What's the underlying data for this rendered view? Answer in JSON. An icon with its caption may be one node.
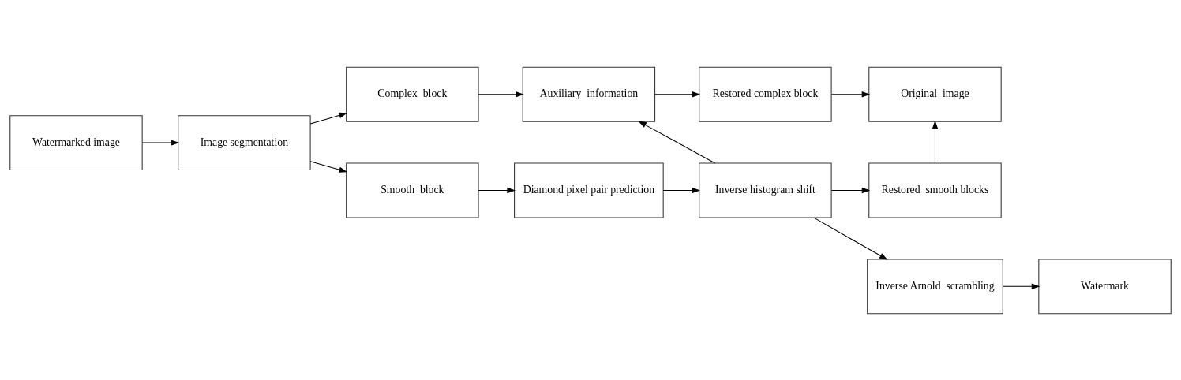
{
  "diagram": {
    "nodes": [
      {
        "text": [
          "Watermarked image"
        ]
      },
      {
        "text": [
          "Complex  block"
        ]
      },
      {
        "text": [
          "Auxiliary  information"
        ]
      },
      {
        "text": [
          "Restored complex block"
        ]
      },
      {
        "text": [
          "Original  image"
        ]
      },
      {
        "text": [
          "Image segmentation"
        ]
      },
      {
        "text": [
          "Smooth  block"
        ]
      },
      {
        "text": [
          "Diamond pixel pair prediction"
        ]
      },
      {
        "text": [
          "Inverse histogram shift"
        ]
      },
      {
        "text": [
          "Restored  smooth blocks"
        ]
      },
      {
        "text": [
          "Watermark"
        ]
      },
      {
        "text": [
          "Inverse Arnold  scrambling"
        ]
      }
    ],
    "edges": [
      {
        "from": 0,
        "to": 5,
        "arrow": "to"
      },
      {
        "from": 5,
        "to": 1,
        "arrow": "to"
      },
      {
        "from": 5,
        "to": 6,
        "arrow": "to"
      },
      {
        "from": 1,
        "to": 2,
        "arrow": "to"
      },
      {
        "from": 2,
        "to": 3,
        "arrow": "to"
      },
      {
        "from": 3,
        "to": 4,
        "arrow": "to"
      },
      {
        "from": 6,
        "to": 7,
        "arrow": "to"
      },
      {
        "from": 7,
        "to": 8,
        "arrow": "to"
      },
      {
        "from": 8,
        "to": 9,
        "arrow": "to"
      },
      {
        "from": 8,
        "to": 2,
        "arrow": "to"
      },
      {
        "from": 9,
        "to": 4,
        "arrow": "to"
      },
      {
        "from": 8,
        "to": 11,
        "arrow": "to"
      },
      {
        "from": 11,
        "to": 10,
        "arrow": "to"
      }
    ]
  }
}
